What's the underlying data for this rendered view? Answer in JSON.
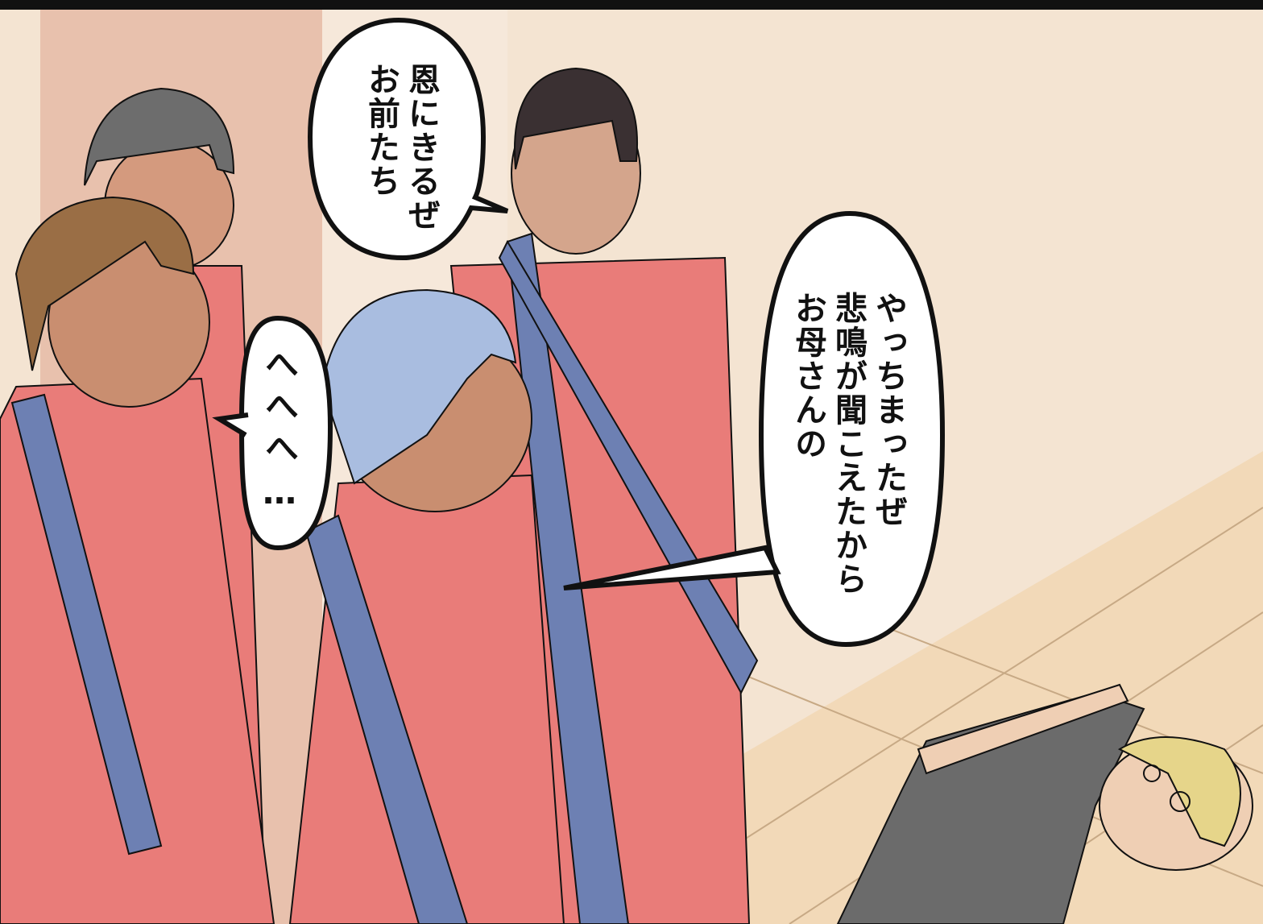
{
  "panel": {
    "bubbles": [
      {
        "speaker": "black-haired boy",
        "lines": "恩にきるぜ\nお前たち"
      },
      {
        "speaker": "brown-haired boy",
        "lines": "へへへ…"
      },
      {
        "speaker": "black-haired boy",
        "lines": "やっちまったぜ\n悲鳴が聞こえたから\nお母さんの"
      }
    ]
  },
  "colors": {
    "tracksuit": "#e97c79",
    "strap": "#6d80b3",
    "wall": "#f4e4d2",
    "floor": "#f2d9b8",
    "pillar": "#e8c1ad"
  }
}
